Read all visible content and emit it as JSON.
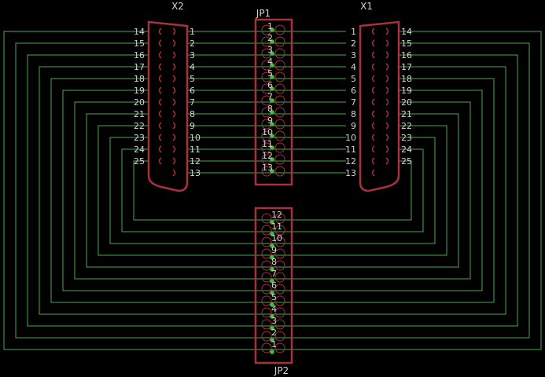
{
  "schematic": {
    "connectors": {
      "x2": {
        "ref": "X2",
        "pins_left": [
          "14",
          "15",
          "16",
          "17",
          "18",
          "19",
          "20",
          "21",
          "22",
          "23",
          "24",
          "25"
        ],
        "pins_right": [
          "1",
          "2",
          "3",
          "4",
          "5",
          "6",
          "7",
          "8",
          "9",
          "10",
          "11",
          "12",
          "13"
        ]
      },
      "x1": {
        "ref": "X1",
        "pins_left": [
          "1",
          "2",
          "3",
          "4",
          "5",
          "6",
          "7",
          "8",
          "9",
          "10",
          "11",
          "12",
          "13"
        ],
        "pins_right": [
          "14",
          "15",
          "16",
          "17",
          "18",
          "19",
          "20",
          "21",
          "22",
          "23",
          "24",
          "25"
        ]
      },
      "jp1": {
        "ref": "JP1",
        "pins": [
          "1",
          "2",
          "3",
          "4",
          "5",
          "6",
          "7",
          "8",
          "9",
          "10",
          "11",
          "12",
          "13"
        ]
      },
      "jp2": {
        "ref": "JP2",
        "pins": [
          "12",
          "11",
          "10",
          "9",
          "8",
          "7",
          "6",
          "5",
          "4",
          "3",
          "2",
          "1"
        ]
      }
    },
    "colors": {
      "wire": "#4ea84e",
      "body": "#a8323a",
      "pin_dot": "#3fbf3f",
      "label": "#d4d4d4",
      "background": "#000000"
    }
  }
}
